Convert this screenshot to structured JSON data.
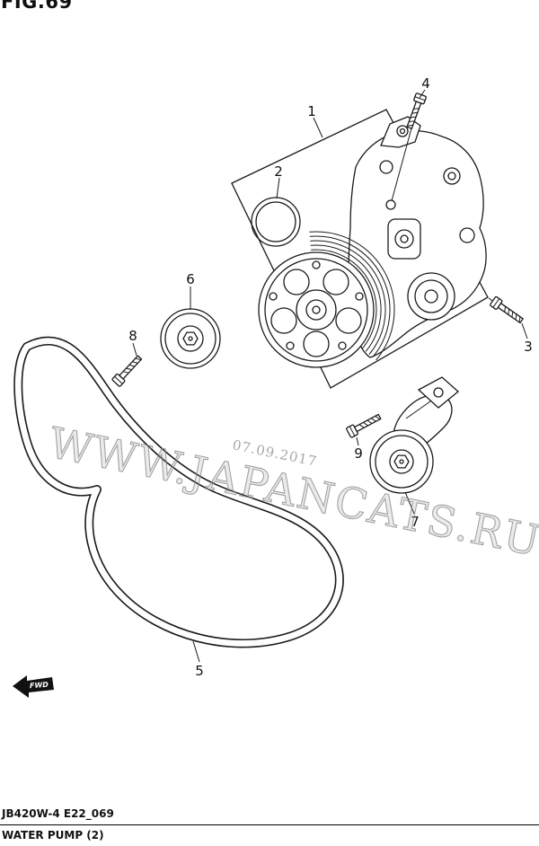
{
  "figure": {
    "fig_label": "FIG.69",
    "drawing_code": "JB420W-4 E22_069",
    "title": "WATER PUMP (2)",
    "fwd_label": "FWD"
  },
  "watermark": {
    "site": "WWW.JAPANCATS.RU",
    "date": "07.09.2017"
  },
  "parts": [
    {
      "callout": "1"
    },
    {
      "callout": "2"
    },
    {
      "callout": "3"
    },
    {
      "callout": "4"
    },
    {
      "callout": "5"
    },
    {
      "callout": "6"
    },
    {
      "callout": "7"
    },
    {
      "callout": "8"
    },
    {
      "callout": "9"
    }
  ],
  "colors": {
    "line": "#1a1a1a",
    "watermark": "#8c8c8c",
    "background": "#ffffff"
  }
}
